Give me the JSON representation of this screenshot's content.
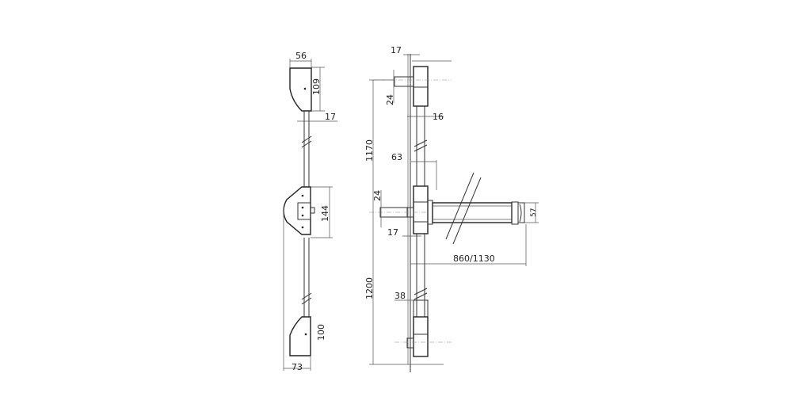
{
  "drawing": {
    "title": "Panic bar rod lock technical drawing",
    "background": "#ffffff",
    "line_color": "#333333",
    "side_view": {
      "dimensions": {
        "top_cap_width": "56",
        "top_cap_height": "109",
        "rod_diameter": "17",
        "center_lock_height": "144",
        "bottom_cap_height": "100",
        "overall_width": "73"
      }
    },
    "front_view": {
      "dimensions": {
        "top_offset": "17",
        "top_pin": "24",
        "rod_width": "16",
        "upper_length": "1170",
        "lock_width": "63",
        "center_pin": "24",
        "center_offset": "17",
        "bar_length": "860/1130",
        "bar_height": "57",
        "lower_length": "1200",
        "bottom_width": "38"
      }
    }
  }
}
